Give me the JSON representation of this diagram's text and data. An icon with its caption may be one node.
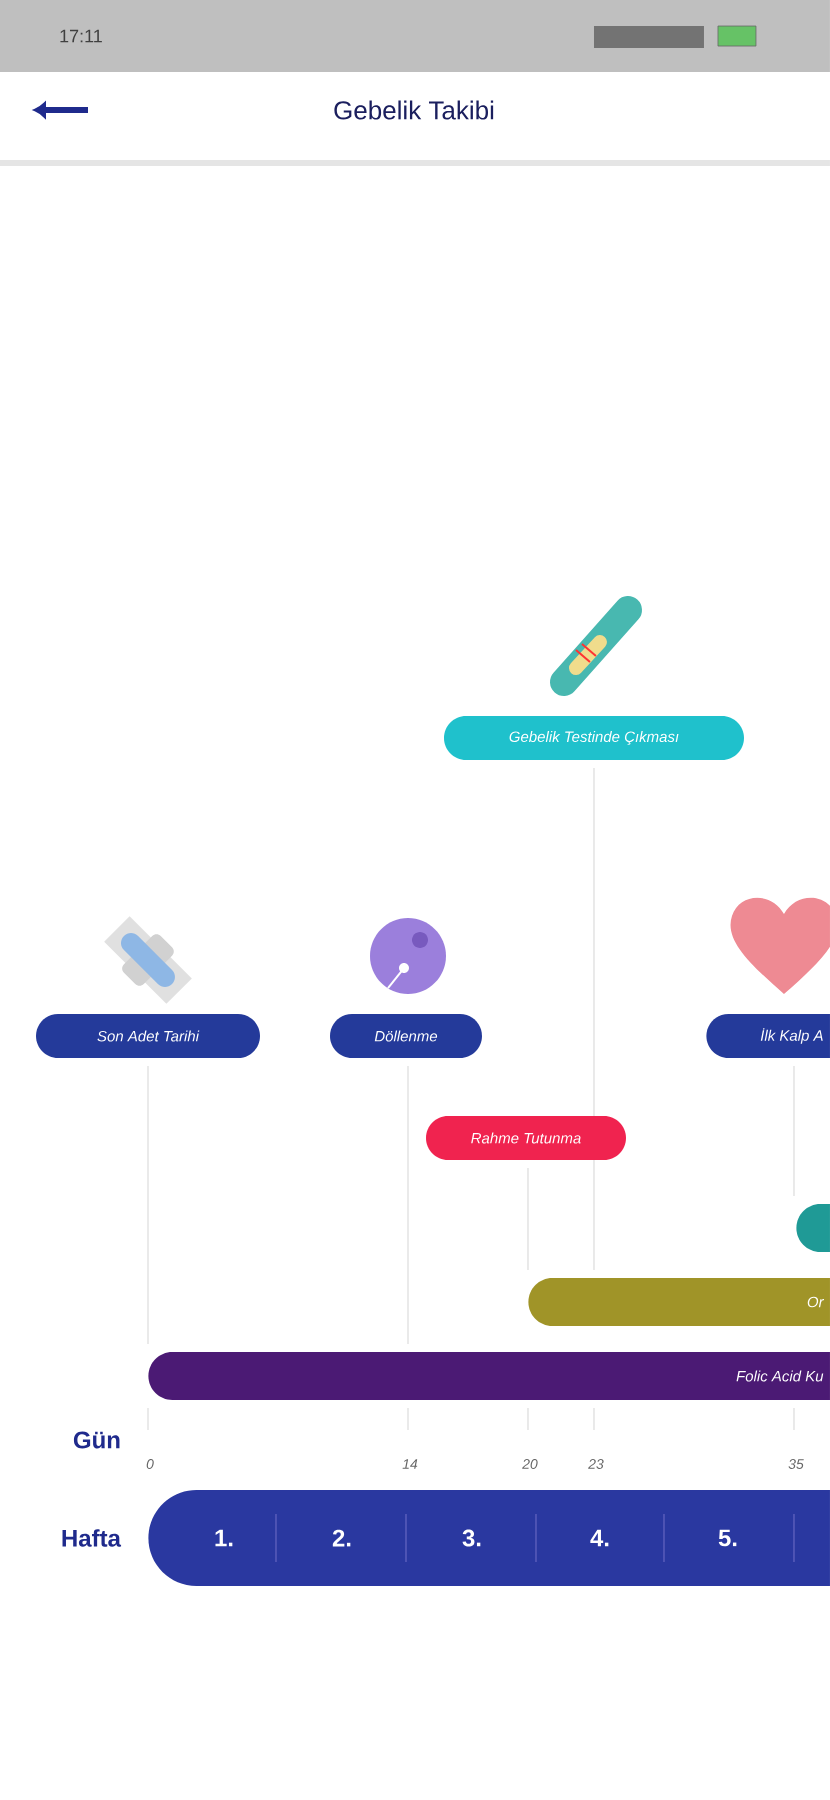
{
  "diagram": {
    "title": "Gebelik Takibi",
    "nodes": [
      {
        "text": [
          "Gebelik Testinde Çıkması"
        ]
      },
      {
        "text": [
          "Son Adet Tarihi"
        ]
      },
      {
        "text": [
          "Döllenme"
        ]
      },
      {
        "text": [
          "İlk Kalp A"
        ]
      },
      {
        "text": [
          "Rahme Tutunma"
        ]
      },
      {
        "text": [],
        "shape": "bar"
      },
      {
        "text": [
          "Or"
        ]
      },
      {
        "text": [
          "Folic Acid Ku"
        ]
      },
      {
        "text": [
          "1.",
          "2.",
          "3.",
          "4.",
          "5."
        ]
      }
    ],
    "labels": [
      "17:11",
      "Gün",
      "0",
      "14",
      "20",
      "23",
      "35",
      "Hafta"
    ]
  }
}
